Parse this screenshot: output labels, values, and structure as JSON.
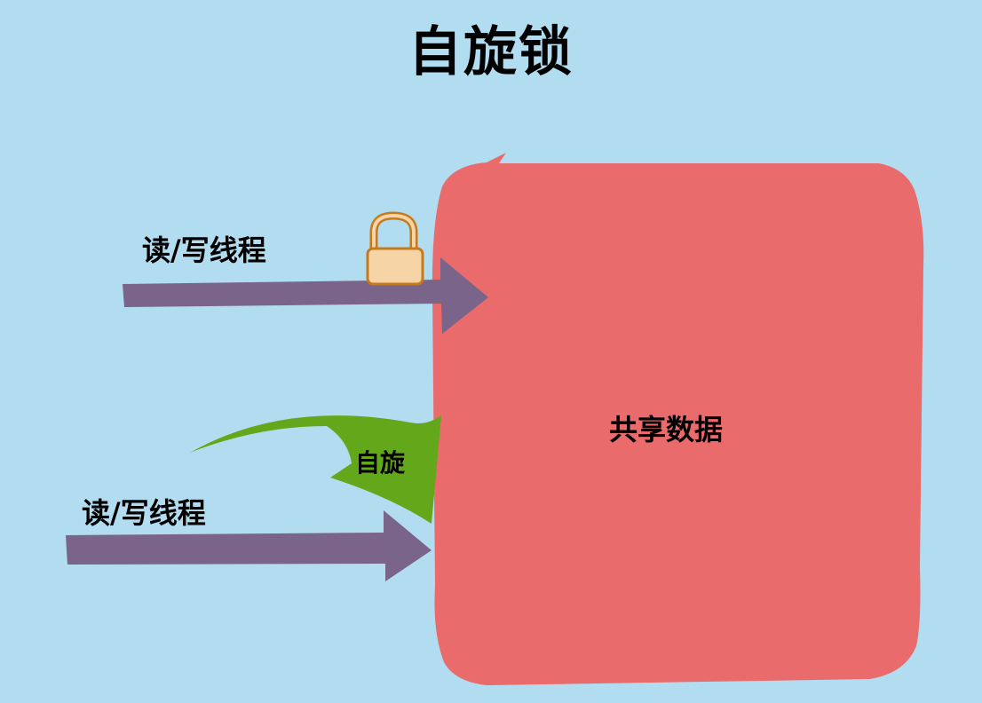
{
  "diagram": {
    "title": "自旋锁",
    "shared_data_label": "共享数据",
    "threads": [
      {
        "label": "读/写线程"
      },
      {
        "label": "读/写线程"
      }
    ],
    "spin_label": "自旋",
    "icons": {
      "lock": "padlock-icon"
    },
    "colors": {
      "background": "#b2dcef",
      "shared_block": "#e96b6b",
      "arrow": "#7a6489",
      "spin": "#62a81a",
      "lock_body": "#f7d4a6",
      "lock_stroke": "#c57a1c"
    }
  }
}
